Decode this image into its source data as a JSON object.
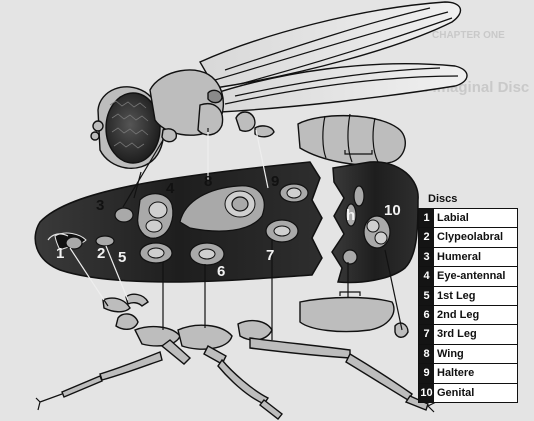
{
  "background_heading": {
    "chapter": "CHAPTER ONE",
    "title": "Cell Lineage vs. Imaginal Disc"
  },
  "figure_labels": [
    "1",
    "2",
    "3",
    "4",
    "5",
    "6",
    "7",
    "8",
    "9",
    "10",
    "h"
  ],
  "legend": {
    "title": "Discs",
    "items": [
      {
        "num": "1",
        "label": "Labial"
      },
      {
        "num": "2",
        "label": "Clypeolabral"
      },
      {
        "num": "3",
        "label": "Humeral"
      },
      {
        "num": "4",
        "label": "Eye-antennal"
      },
      {
        "num": "5",
        "label": "1st Leg"
      },
      {
        "num": "6",
        "label": "2nd Leg"
      },
      {
        "num": "7",
        "label": "3rd Leg"
      },
      {
        "num": "8",
        "label": "Wing"
      },
      {
        "num": "9",
        "label": "Haltere"
      },
      {
        "num": "10",
        "label": "Genital"
      }
    ]
  },
  "colors": {
    "background": "#e4e4e4",
    "larva_body": "#2a2a2a",
    "adult_parts": "#bdbdbd",
    "legend_number_cell": "#141414"
  }
}
